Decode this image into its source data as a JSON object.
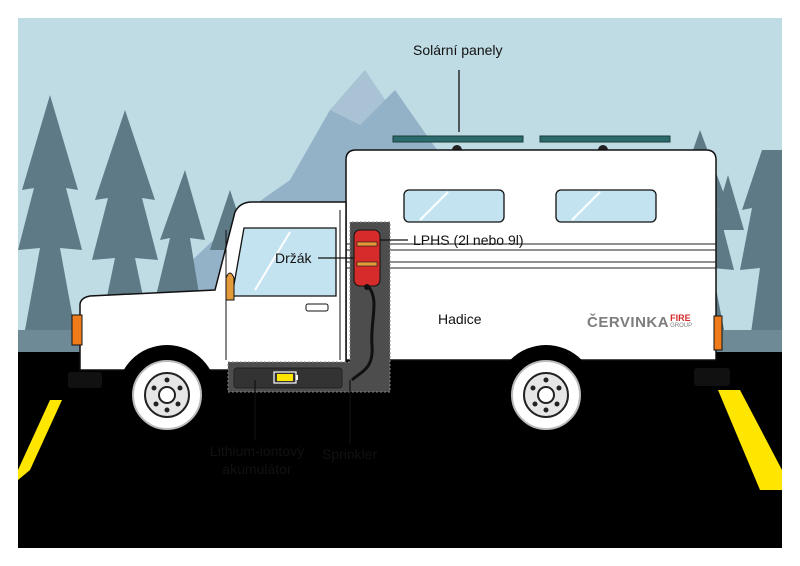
{
  "labels": {
    "solar_panels": "Solární panely",
    "holder": "Držák",
    "lphs": "LPHS (2l nebo 9l)",
    "hose": "Hadice",
    "battery_line1": "Lithium-iontový",
    "battery_line2": "akumulátor",
    "sprinkler": "Sprinkler"
  },
  "brand": {
    "name": "ČERVINKA",
    "fire": "FIRE",
    "group": "GROUP"
  },
  "colors": {
    "sky": "#bfdbe4",
    "mountain": "#93b2c8",
    "trees": "#5e7a86",
    "road": "#000000",
    "road_line": "#ffe600",
    "truck_body": "#ffffff",
    "highlight_box": "#5a5a5a",
    "extinguisher": "#d62b2b",
    "solar_panel": "#2b6b6b"
  }
}
